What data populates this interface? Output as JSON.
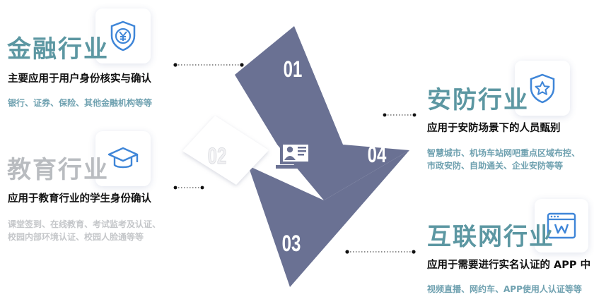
{
  "segments": [
    {
      "number": "01",
      "title": "金融行业",
      "subtitle": "主要应用于用户身份核实与确认",
      "desc_lines": [
        "银行、证券、保险、其他金融机构等等"
      ],
      "icon": "yuan-shield-icon"
    },
    {
      "number": "02",
      "title": "教育行业",
      "subtitle": "应用于教育行业的学生身份确认",
      "desc_lines": [
        "课堂签到、在线教育、考试监考及认证、",
        "校园内部环境认证、校园人脸通等等"
      ],
      "icon": "graduation-cap-icon"
    },
    {
      "number": "03",
      "title": "互联网行业",
      "subtitle": "应用于需要进行实名认证的 APP 中",
      "desc_lines": [
        "视频直播、网约车、APP使用人认证等等"
      ],
      "icon": "browser-window-icon"
    },
    {
      "number": "04",
      "title": "安防行业",
      "subtitle": "应用于安防场景下的人员甄别",
      "desc_lines": [
        "智慧城市、机场车站网吧重点区域布控、",
        "市政安防、自助通关、企业安防等等"
      ],
      "icon": "star-shield-icon"
    }
  ],
  "center_icon": "id-card-user-icon",
  "colors": {
    "shape_dark": "#6a7193",
    "shape_light": "#ffffff",
    "title_teal": "#5c97a2",
    "title_grey": "#b9bcc0",
    "desc_teal": "#6fa1b0",
    "desc_grey": "#c5c7ca",
    "icon_blue": "#3f86d8"
  }
}
